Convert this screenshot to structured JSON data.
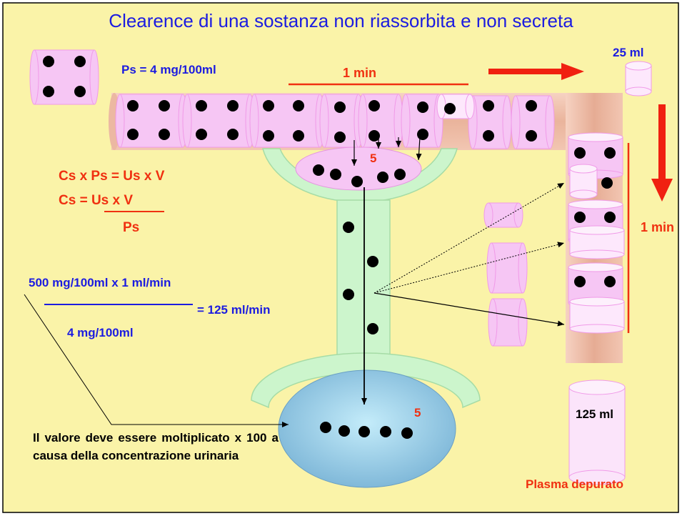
{
  "title": "Clearence di una sostanza non riassorbita e non secreta",
  "labels": {
    "ps": "Ps = 4 mg/100ml",
    "one_min_top": "1 min",
    "vol_25": "25 ml",
    "one_min_side": "1 min",
    "five_glomerulus": "5",
    "five_bladder": "5",
    "vol_125": "125 ml",
    "plasma_depurato": "Plasma depurato"
  },
  "formula": {
    "line1": "Cs x Ps = Us x V",
    "line2": "Cs = Us x V",
    "denominator": "Ps"
  },
  "calculation": {
    "numerator": "500 mg/100ml x 1 ml/min",
    "result": "= 125 ml/min",
    "denominator": "4 mg/100ml"
  },
  "note": "Il valore deve essere moltiplicato x 100 a causa della concentrazione urinaria",
  "colors": {
    "background": "#faf3a8",
    "title_blue": "#1c1ce0",
    "accent_red": "#f03010",
    "cylinder_pink": "#f6c6f4",
    "tube_peach": "#f0bca4",
    "ureter_green": "#ccf5cc",
    "bladder_blue": "#8cc4e2"
  }
}
